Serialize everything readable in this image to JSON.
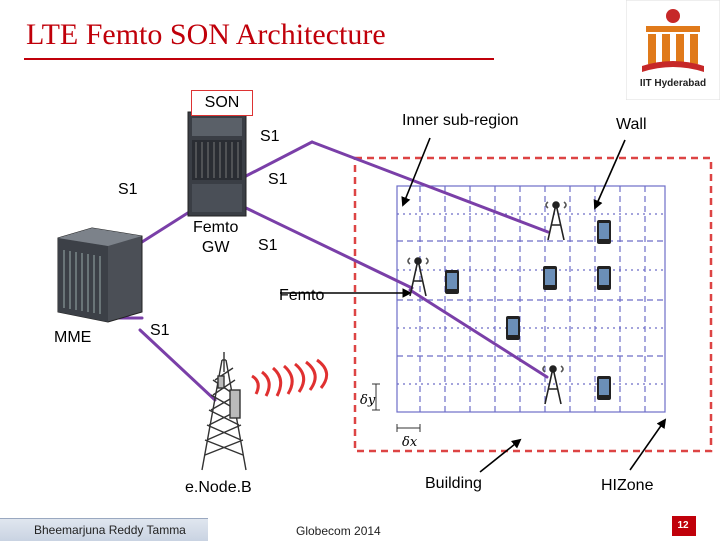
{
  "title": "LTE Femto SON Architecture",
  "logo": {
    "name": "IIT Hyderabad"
  },
  "labels": {
    "son": "SON",
    "s1_top": "S1",
    "s1_mid": "S1",
    "s1_left": "S1",
    "femto_gw": "Femto\nGW",
    "s1_gw": "S1",
    "femto": "Femto",
    "mme": "MME",
    "s1_mme": "S1",
    "enodeb": "e.Node.B",
    "inner_subregion": "Inner sub-region",
    "wall": "Wall",
    "building": "Building",
    "hizone": "HIZone",
    "delta_y": "δy",
    "delta_x": "δx"
  },
  "footer": {
    "author": "Bheemarjuna Reddy Tamma",
    "venue": "Globecom 2014",
    "page": "12"
  },
  "colors": {
    "title": "#c0000a",
    "link": "#7a3fa8",
    "grid": "#6d6dc8",
    "building": "#d44"
  }
}
